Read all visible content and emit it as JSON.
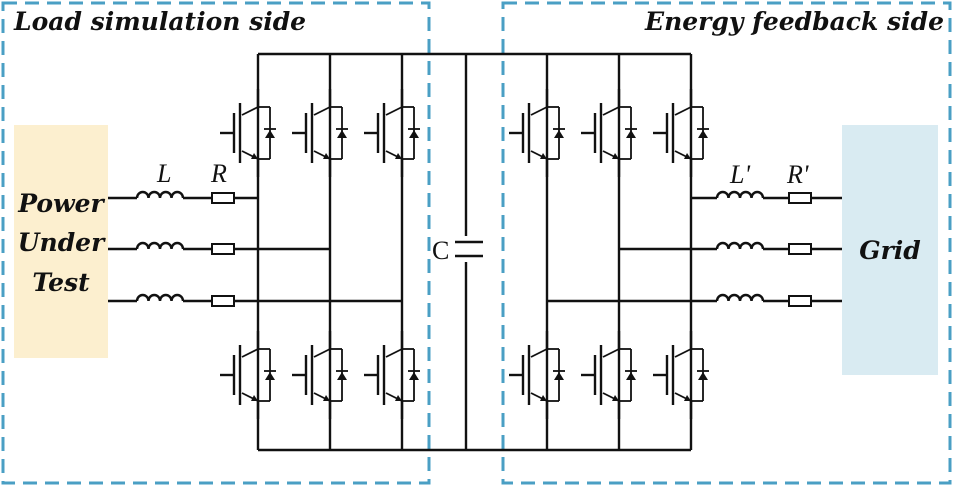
{
  "sections": {
    "left_title": "Load simulation side",
    "right_title": "Energy feedback side"
  },
  "blocks": {
    "left_lines": [
      "Power",
      "Under",
      "Test"
    ],
    "right_label": "Grid"
  },
  "components": {
    "inductor": "L",
    "resistor": "R",
    "inductor_prime": "L'",
    "resistor_prime": "R'",
    "capacitor": "C"
  },
  "colors": {
    "dashed_border": "#4a9fc4",
    "left_block": "#fcefcf",
    "right_block": "#d9ebf2",
    "wire": "#111111"
  }
}
